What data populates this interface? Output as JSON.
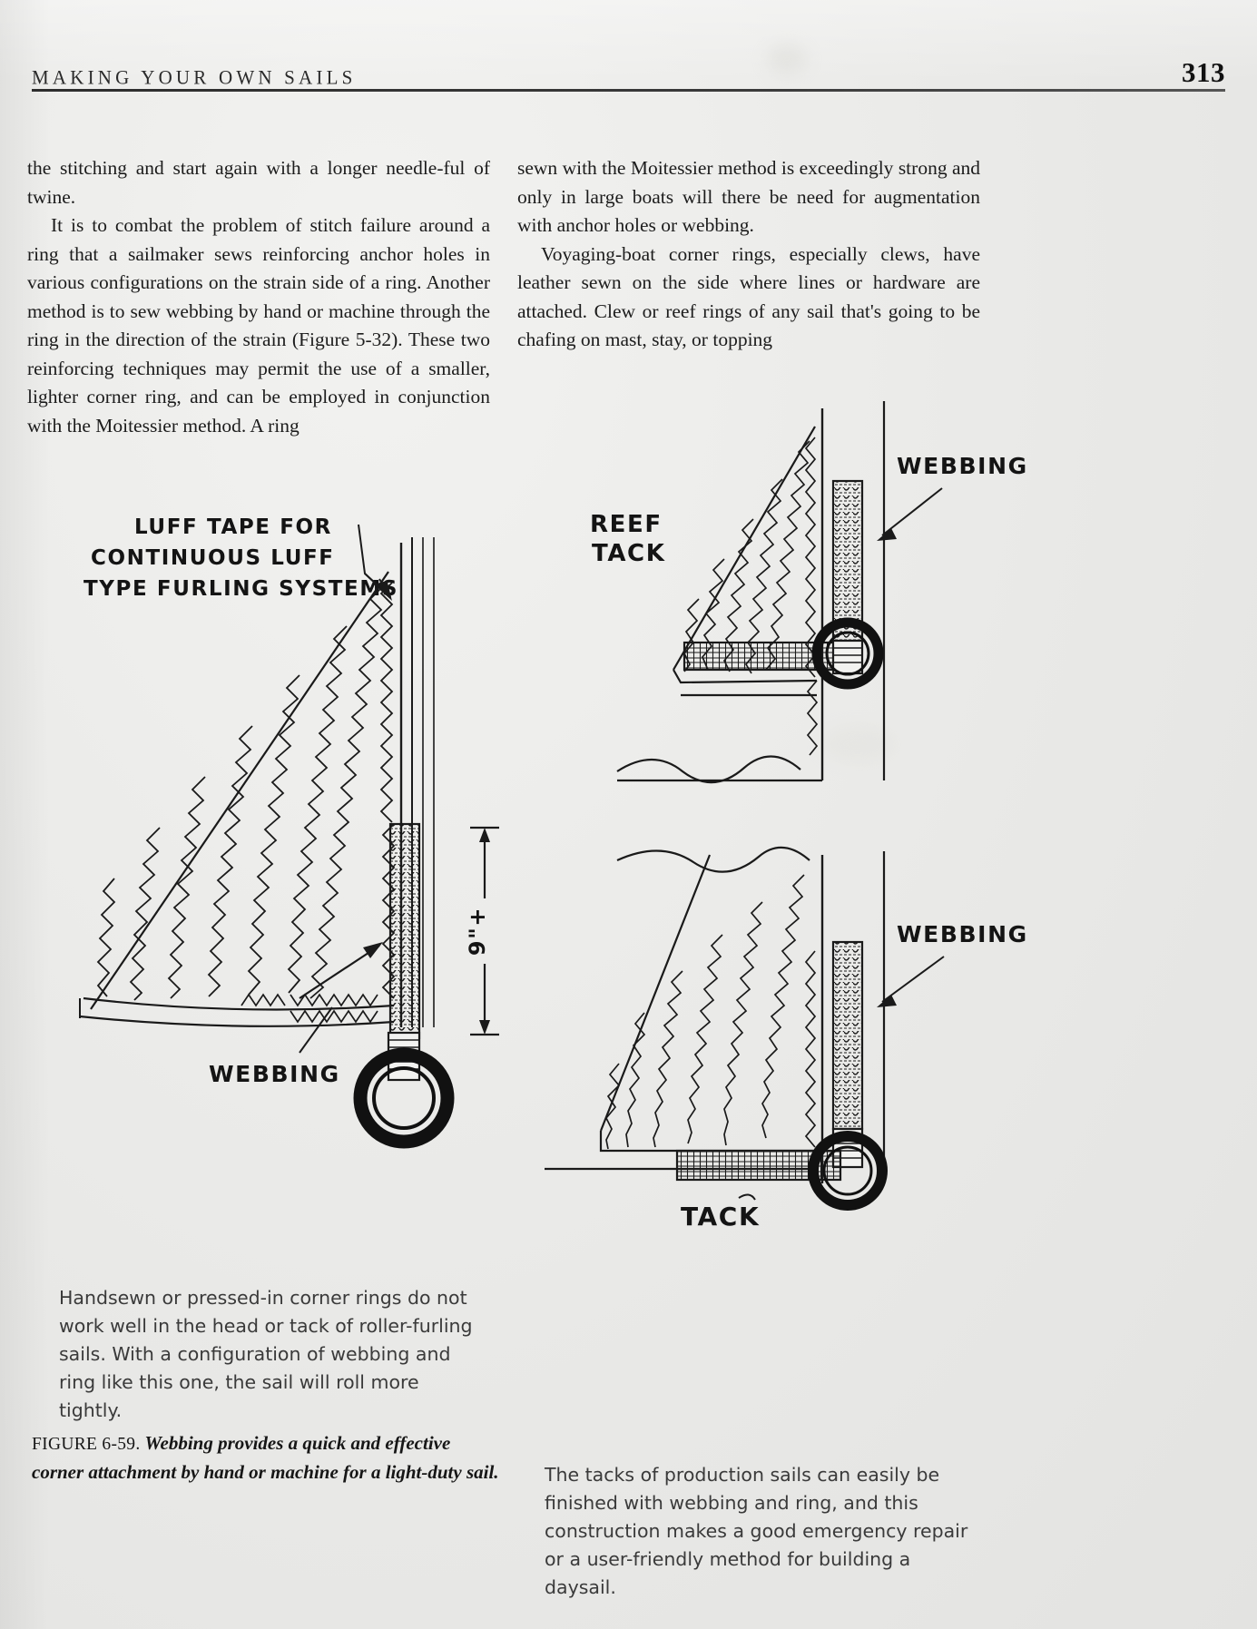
{
  "page": {
    "running_head": "MAKING YOUR OWN SAILS",
    "folio": "313"
  },
  "columns": {
    "left": [
      "the stitching and start again with a longer needle-ful of twine.",
      "It is to combat the problem of stitch failure around a ring that a sailmaker sews reinforcing anchor holes in various configurations on the strain side of a ring. Another method is to sew webbing by hand or machine through the ring in the direction of the strain (Figure 5-32). These two reinforcing techniques may permit the use of a smaller, lighter corner ring, and can be employed in conjunction with the Moitessier method. A ring"
    ],
    "right": [
      "sewn with the Moitessier method is exceedingly strong and only in large boats will there be need for augmentation with anchor holes or webbing.",
      "Voyaging-boat corner rings, especially clews, have leather sewn on the side where lines or hardware are attached. Clew or reef rings of any sail that's going to be chafing on mast, stay, or topping"
    ]
  },
  "figure_left": {
    "annotation_lines": [
      "LUFF TAPE FOR",
      "CONTINUOUS  LUFF",
      "TYPE FURLING  SYSTEMS"
    ],
    "webbing_label": "WEBBING",
    "dimension_label": "9\"+"
  },
  "figure_right_top": {
    "title_lines": [
      "REEF",
      "TACK"
    ],
    "webbing_label": "WEBBING"
  },
  "figure_right_bottom": {
    "webbing_label": "WEBBING",
    "tack_label": "TACK"
  },
  "captions": {
    "left": "Handsewn or pressed-in corner rings do not work well in the head or tack of roller-furling sails. With a configuration of webbing and ring like this one, the sail will roll more tightly.",
    "right": "The tacks of production sails can easily be finished with webbing and ring, and this construction makes a good emergency repair or a user-friendly method for building a daysail."
  },
  "figure_caption": {
    "lead": "FIGURE 6-59.",
    "text": " Webbing provides a quick and effective corner attachment by hand or machine for a light-duty sail."
  },
  "colors": {
    "paper": "#eeeeec",
    "ink": "#1b1b1b",
    "caption_ink": "#3a3a3a",
    "rule": "#2d2d2d"
  }
}
